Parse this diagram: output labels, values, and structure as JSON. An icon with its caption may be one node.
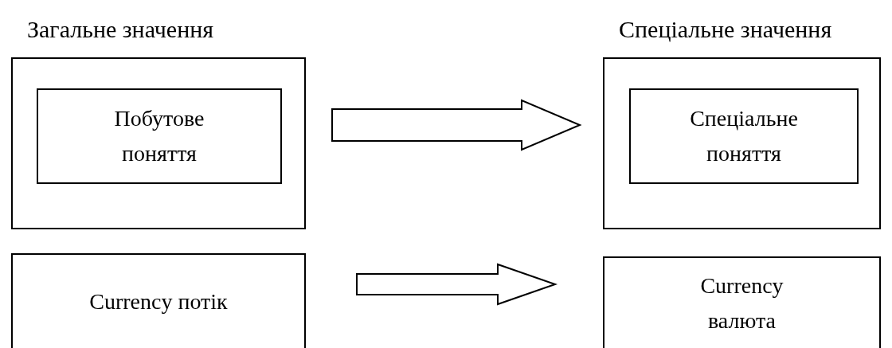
{
  "diagram": {
    "nodes": [
      {
        "text": [
          "Загальне значення"
        ]
      },
      {
        "text": [
          "Побутове поняття"
        ],
        "in": 0
      },
      {
        "text": [
          "Спеціальне значення"
        ]
      },
      {
        "text": [
          "Спеціальне поняття"
        ],
        "in": 2
      },
      {
        "text": [
          "Currency потік"
        ]
      },
      {
        "text": [
          "Currency валюта"
        ]
      }
    ],
    "edges": [
      {
        "from": 0,
        "to": 2,
        "arrow": "to"
      },
      {
        "from": 4,
        "to": 5,
        "arrow": "to"
      }
    ]
  }
}
